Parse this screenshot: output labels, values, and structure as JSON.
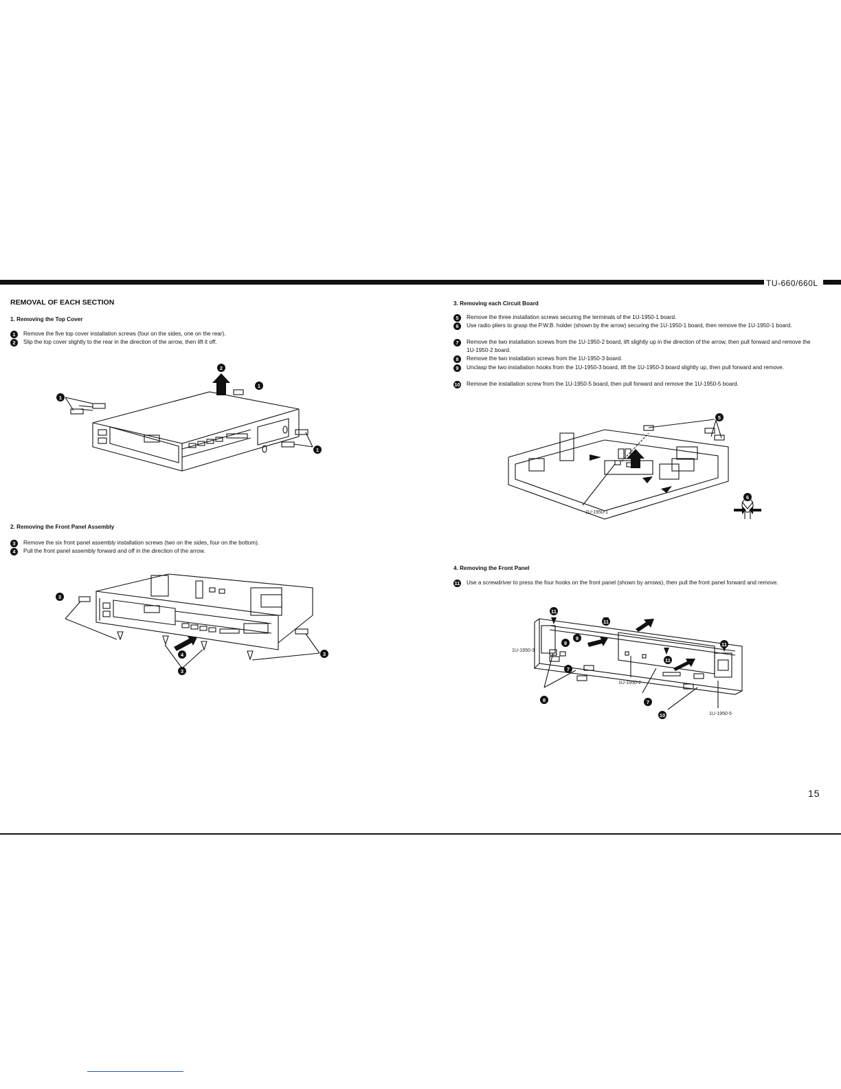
{
  "header": {
    "title": "TU-660/660L",
    "page_number": "15"
  },
  "section_title": "REMOVAL OF EACH SECTION",
  "sections": [
    {
      "heading": "1. Removing the Top Cover",
      "steps": [
        {
          "num": "1",
          "text": "Remove the five top cover installation screws (four on the sides, one on the rear)."
        },
        {
          "num": "2",
          "text": "Slip the top cover slightly to the rear in the direction of the arrow, then lift it off."
        }
      ]
    },
    {
      "heading": "2. Removing the Front Panel Assembly",
      "steps": [
        {
          "num": "3",
          "text": "Remove the six front panel assembly installation screws (two on the sides, four on the bottom)."
        },
        {
          "num": "4",
          "text": "Pull the front panel assembly forward and off in the direction of the arrow."
        }
      ]
    },
    {
      "heading": "3. Removing each Circuit Board",
      "steps": [
        {
          "num": "5",
          "text": "Remove the three installation screws securing the terminals of the 1U-1950-1 board."
        },
        {
          "num": "6",
          "text": "Use radio pliers to grasp the P.W.B. holder (shown by the arrow) securing the 1U-1950-1 board, then remove the 1U-1950-1 board."
        },
        {
          "num": "7",
          "text": "Remove the two installation screws from the 1U-1950-2 board, lift slightly up in the direction of the arrow, then pull forward and remove the 1U-1950-2 board."
        },
        {
          "num": "8",
          "text": "Remove the two installation screws from the 1U-1950-3 board."
        },
        {
          "num": "9",
          "text": "Unclasp the two installation hooks from the 1U-1950-3 board, lift the 1U-1950-3 board slightly up, then pull forward and remove."
        },
        {
          "num": "10",
          "text": "Remove the installation screw from the 1U-1950-5 board, then pull forward and remove the 1U-1950-5 board."
        }
      ]
    },
    {
      "heading": "4. Removing the Front Panel",
      "steps": [
        {
          "num": "11",
          "text": "Use a screwdriver to press the four hooks on the front panel (shown by arrows), then pull the front panel forward and remove."
        }
      ]
    }
  ],
  "figure_labels": {
    "board_1": "1U-1950-1",
    "board_2": "1U-1950-2",
    "board_3": "1U-1950-3",
    "board_5": "1U-1950-5"
  },
  "colors": {
    "ink": "#111111",
    "paper": "#ffffff",
    "link_rule": "#2a55b8"
  }
}
